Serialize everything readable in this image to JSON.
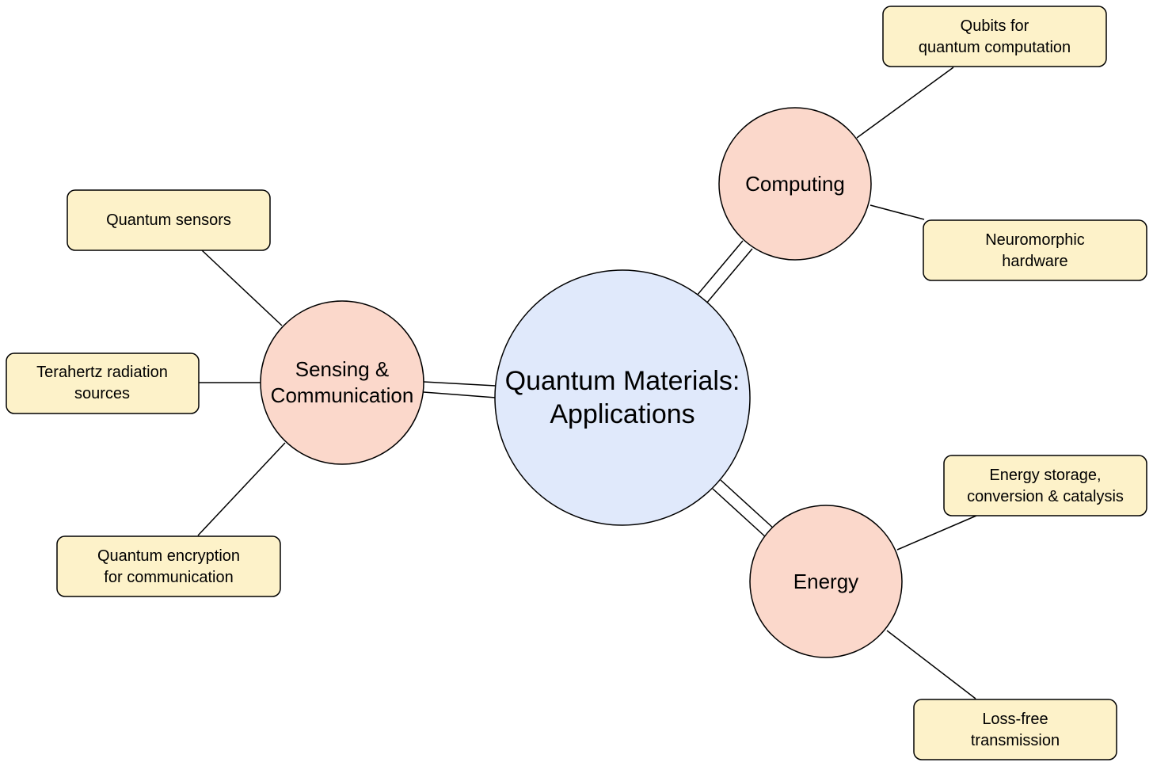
{
  "colors": {
    "center_fill": "#e0e9fb",
    "branch_fill": "#fbd8cb",
    "leaf_fill": "#fdf2c9",
    "stroke": "#000000"
  },
  "center": {
    "line1": "Quantum Materials:",
    "line2": "Applications"
  },
  "branches": {
    "computing": {
      "label": "Computing",
      "leaves": {
        "qubits": {
          "line1": "Qubits for",
          "line2": "quantum computation"
        },
        "neuromorphic": {
          "line1": "Neuromorphic",
          "line2": "hardware"
        }
      }
    },
    "sensing": {
      "line1": "Sensing &",
      "line2": "Communication",
      "leaves": {
        "sensors": {
          "line1": "Quantum sensors"
        },
        "terahertz": {
          "line1": "Terahertz radiation",
          "line2": "sources"
        },
        "encryption": {
          "line1": "Quantum encryption",
          "line2": "for communication"
        }
      }
    },
    "energy": {
      "label": "Energy",
      "leaves": {
        "storage": {
          "line1": "Energy storage,",
          "line2": "conversion & catalysis"
        },
        "lossfree": {
          "line1": "Loss-free",
          "line2": "transmission"
        }
      }
    }
  }
}
